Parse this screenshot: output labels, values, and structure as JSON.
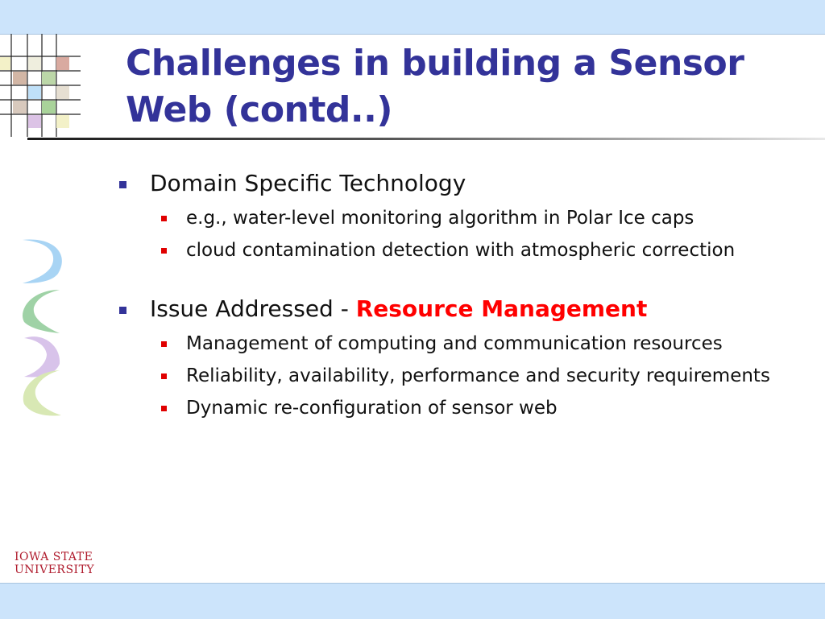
{
  "slide": {
    "title": "Challenges in building a Sensor Web (contd..)",
    "bullets": [
      {
        "text": "Domain Specific Technology",
        "highlight": "",
        "children": [
          "e.g., water-level monitoring algorithm in Polar Ice caps",
          "cloud contamination detection with atmospheric correction"
        ]
      },
      {
        "text": "Issue Addressed - ",
        "highlight": "Resource Management",
        "children": [
          "Management of computing and communication resources",
          "Reliability, availability, performance and security requirements",
          "Dynamic re-configuration of sensor web"
        ]
      }
    ]
  },
  "logo": {
    "line1": "IOWA STATE",
    "line2": "UNIVERSITY"
  },
  "colors": {
    "title": "#333399",
    "band": "#cce4fb",
    "highlight": "#ff0000",
    "level1_bullet": "#333399",
    "level2_bullet": "#e00000",
    "logo": "#b01c2e"
  }
}
